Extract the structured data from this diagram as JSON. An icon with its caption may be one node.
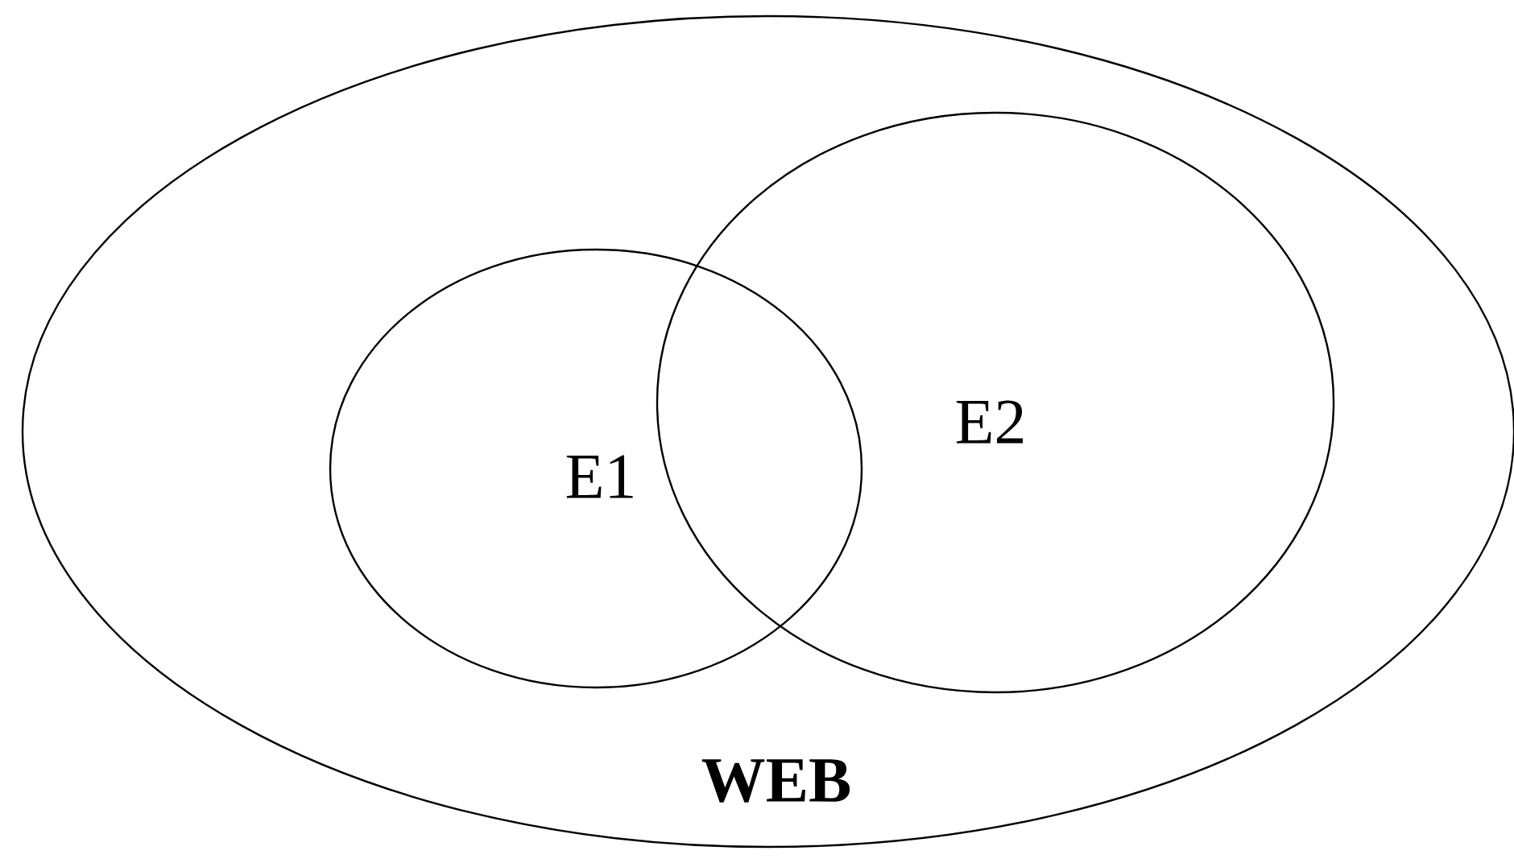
{
  "diagram": {
    "nodes": [
      {
        "text": [
          "WEB"
        ]
      },
      {
        "text": [
          "E1"
        ],
        "in": 0
      },
      {
        "text": [
          "E2"
        ],
        "in": 0
      }
    ]
  }
}
